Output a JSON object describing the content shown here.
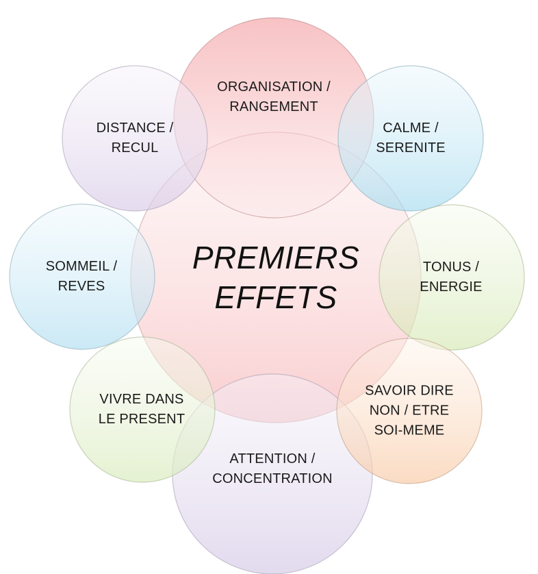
{
  "center": {
    "lines": [
      "PREMIERS",
      "EFFETS"
    ],
    "color": "#f7b7b9"
  },
  "nodes": [
    {
      "id": "organisation",
      "lines": [
        "ORGANISATION /",
        "RANGEMENT"
      ],
      "color": "#f4a6a9"
    },
    {
      "id": "calme",
      "lines": [
        "CALME /",
        "SERENITE"
      ],
      "color": "#a9dcf0"
    },
    {
      "id": "tonus",
      "lines": [
        "TONUS /",
        "ENERGIE"
      ],
      "color": "#d6e9b5"
    },
    {
      "id": "savoir-dire-non",
      "lines": [
        "SAVOIR DIRE",
        "NON / ETRE",
        "SOI-MEME"
      ],
      "color": "#f8cba7"
    },
    {
      "id": "attention",
      "lines": [
        "ATTENTION /",
        "CONCENTRATION"
      ],
      "color": "#d5c9e6"
    },
    {
      "id": "vivre-present",
      "lines": [
        "VIVRE DANS",
        "LE PRESENT"
      ],
      "color": "#d9ebbd"
    },
    {
      "id": "sommeil",
      "lines": [
        "SOMMEIL /",
        "REVES"
      ],
      "color": "#b3dff1"
    },
    {
      "id": "distance",
      "lines": [
        "DISTANCE /",
        "RECUL"
      ],
      "color": "#d9cce8"
    }
  ]
}
